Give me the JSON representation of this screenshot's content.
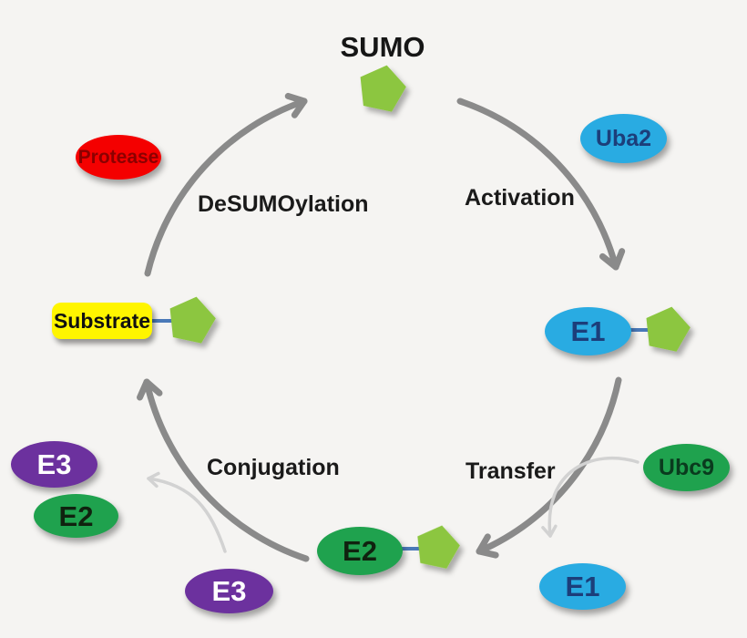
{
  "title": "SUMO",
  "colors": {
    "background": "#f5f4f2",
    "cycle_arrow": "#8a8a8a",
    "helper_arrow": "#d2d2d2",
    "enzyme_blue": "#29abe2",
    "enzyme_blue_text": "#1c3e7a",
    "enzyme_green": "#1fa24e",
    "enzyme_green_text": "#0a3b1e",
    "enzyme_purple": "#6c319e",
    "protease_red": "#f40000",
    "protease_text": "#8b0000",
    "substrate_yellow": "#fff500",
    "sumo_pentagon_green": "#8cc63f",
    "bond_connector_blue": "#4a79b8",
    "label_text": "#1a1a1a"
  },
  "nodes": {
    "sumo": "SUMO",
    "protease": "Protease",
    "uba2": "Uba2",
    "e1_right": "E1",
    "ubc9": "Ubc9",
    "e1_bottom": "E1",
    "e2_center": "E2",
    "e3_bottom": "E3",
    "e3_left": "E3",
    "e2_left": "E2",
    "substrate": "Substrate"
  },
  "steps": {
    "activation": "Activation",
    "transfer": "Transfer",
    "conjugation": "Conjugation",
    "desumoylation": "DeSUMOylation"
  }
}
